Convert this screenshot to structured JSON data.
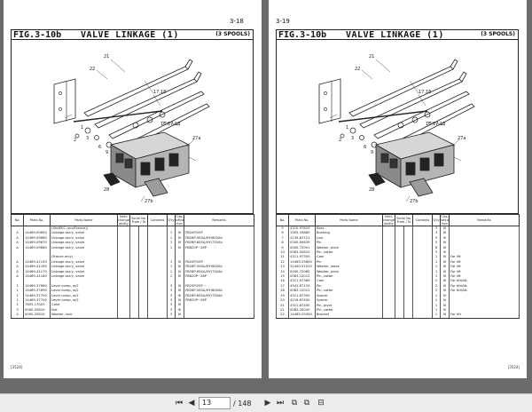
{
  "toolbar": {
    "first_label": "⏮",
    "prev_label": "◀",
    "page_current": "13",
    "page_total": "/ 148",
    "next_label": "▶",
    "last_label": "⏭",
    "view_icon_1": "⧉",
    "view_icon_2": "⧉",
    "view_icon_3": "⊟"
  },
  "left_page": {
    "page_number": "3-18",
    "fig_label": "FIG.3-10b",
    "title": "VALVE LINKAGE (1)",
    "spools": "(3 SPOOLS)",
    "footer_code": "[3524]",
    "callouts": [
      "22",
      "21",
      "17,18",
      "16,17,18",
      "27a",
      "27b",
      "28",
      "1",
      "2",
      "3",
      "6",
      "9"
    ],
    "headers": {
      "no": "No.",
      "parts_no": "Parts No.",
      "parts_name": "Parts Name",
      "interchange": "Inter-change-ability",
      "serial": "Serial No. From / To",
      "contents": "Contents",
      "qty": "Q'ty",
      "classification": "Clas-sifica-tion",
      "remarks": "Remarks"
    },
    "rows": [
      {
        "no": "",
        "pn": "",
        "name": "(Std/EEC (w.o/France))",
        "qty": "",
        "cls": "",
        "rem": ""
      },
      {
        "no": "A",
        "pn": "14469-09650",
        "name": "Linkage ass'y, valve",
        "qty": "1",
        "cls": "IV",
        "rem": "FB20P/25P"
      },
      {
        "no": "A",
        "pn": "14469-09660",
        "name": "Linkage ass'y, valve",
        "qty": "1",
        "cls": "IV",
        "rem": "FB28P-50SA/HY/600Ah"
      },
      {
        "no": "A",
        "pn": "14469-09670",
        "name": "Linkage ass'y, valve",
        "qty": "1",
        "cls": "IV",
        "rem": "FB28P-65SA/HY/730Ah"
      },
      {
        "no": "A",
        "pn": "14469-09680",
        "name": "Linkage ass'y, valve",
        "qty": "1",
        "cls": "IV",
        "rem": "FB820P~28P"
      },
      {
        "no": "",
        "pn": "",
        "name": "",
        "qty": "",
        "cls": "",
        "rem": ""
      },
      {
        "no": "",
        "pn": "",
        "name": "(France only)",
        "qty": "",
        "cls": "",
        "rem": ""
      },
      {
        "no": "A",
        "pn": "14469-41150",
        "name": "Linkage ass'y, valve",
        "qty": "1",
        "cls": "IV",
        "rem": "FB20P/25P"
      },
      {
        "no": "A",
        "pn": "14469-41160",
        "name": "Linkage ass'y, valve",
        "qty": "1",
        "cls": "IV",
        "rem": "FB28P-50SA/HY/600Ah"
      },
      {
        "no": "A",
        "pn": "14469-41170",
        "name": "Linkage ass'y, valve",
        "qty": "1",
        "cls": "IV",
        "rem": "FB28P-65SA/HY/730Ah"
      },
      {
        "no": "A",
        "pn": "14469-41180",
        "name": "Linkage ass'y, valve",
        "qty": "1",
        "cls": "IV",
        "rem": "FB820P~28P"
      },
      {
        "no": "",
        "pn": "",
        "name": "",
        "qty": "",
        "cls": "",
        "rem": ""
      },
      {
        "no": "1",
        "pn": "14469-37680",
        "name": "Lever comp, w/2",
        "qty": "3",
        "cls": "III",
        "rem": "FB20P/25P ~"
      },
      {
        "no": "1",
        "pn": "14469-37690",
        "name": "Lever comp, w/2",
        "qty": "3",
        "cls": "III",
        "rem": "FB28P-50SA/HY/600Ah"
      },
      {
        "no": "1",
        "pn": "14469-37700",
        "name": "Lever comp, w/2",
        "qty": "3",
        "cls": "III",
        "rem": "FB28P-65SA/HY/730Ah"
      },
      {
        "no": "1",
        "pn": "14469-37700",
        "name": "Lever comp, w/2",
        "qty": "3",
        "cls": "III",
        "rem": "FB820P~28P"
      },
      {
        "no": "2",
        "pn": "7853-17003",
        "name": "Cone",
        "qty": "3",
        "cls": "III",
        "rem": ""
      },
      {
        "no": "3",
        "pn": "0000-20810",
        "name": "Nut",
        "qty": "3",
        "cls": "III",
        "rem": ""
      },
      {
        "no": "4",
        "pn": "0000-20810",
        "name": "Washer, lock",
        "qty": "3",
        "cls": "III",
        "rem": ""
      }
    ]
  },
  "right_page": {
    "page_number": "3-19",
    "fig_label": "FIG.3-10b",
    "title": "VALVE LINKAGE (1)",
    "spools": "(3 SPOOLS)",
    "footer_code": "[3524]",
    "callouts": [
      "22",
      "21",
      "17,18",
      "16,17,18",
      "27a",
      "27b",
      "28",
      "1",
      "2",
      "3",
      "6",
      "9"
    ],
    "headers": {
      "no": "No.",
      "parts_no": "Parts No.",
      "parts_name": "Parts Name",
      "interchange": "Inter-change-ability",
      "serial": "Serial No. From / To",
      "contents": "Contents",
      "qty": "Q'ty",
      "classification": "Clas-sifica-tion",
      "remarks": "Remarks"
    },
    "rows": [
      {
        "no": "5",
        "pn": "4310-97610",
        "name": "Boss",
        "qty": "3",
        "cls": "III",
        "rem": ""
      },
      {
        "no": "6",
        "pn": "1905-35860",
        "name": "Bushing",
        "qty": "3",
        "cls": "III",
        "rem": ""
      },
      {
        "no": "7",
        "pn": "4749-67721",
        "name": "Link",
        "qty": "3",
        "cls": "III",
        "rem": ""
      },
      {
        "no": "8",
        "pn": "0300-09639",
        "name": "Pin",
        "qty": "3",
        "cls": "III",
        "rem": ""
      },
      {
        "no": "9",
        "pn": "0000-72001",
        "name": "Washer, plain",
        "qty": "6",
        "cls": "III",
        "rem": ""
      },
      {
        "no": "10",
        "pn": "0083-20810",
        "name": "Pin, cotter",
        "qty": "3",
        "cls": "III",
        "rem": ""
      },
      {
        "no": "11",
        "pn": "4311-97350",
        "name": "Cam",
        "qty": "1",
        "cls": "III",
        "rem": "For lift"
      },
      {
        "no": "12",
        "pn": "14469-25800",
        "name": "Pin",
        "qty": "1",
        "cls": "III",
        "rem": "For lift"
      },
      {
        "no": "13",
        "pn": "31440-51020",
        "name": "Washer, wave",
        "qty": "1",
        "cls": "III",
        "rem": "For lift"
      },
      {
        "no": "14",
        "pn": "0000-72085",
        "name": "Washer, plain",
        "qty": "1",
        "cls": "III",
        "rem": "For lift"
      },
      {
        "no": "15",
        "pn": "0083-12012",
        "name": "Pin, cotter",
        "qty": "1",
        "cls": "III",
        "rem": "For lift"
      },
      {
        "no": "16",
        "pn": "4311-97360",
        "name": "Cam",
        "qty": "2",
        "cls": "III",
        "rem": "For tilt/Att."
      },
      {
        "no": "17",
        "pn": "4941-87153",
        "name": "Pin",
        "qty": "2",
        "cls": "III",
        "rem": "For tilt/Att."
      },
      {
        "no": "18",
        "pn": "0083-12012",
        "name": "Pin, cotter",
        "qty": "2",
        "cls": "III",
        "rem": "For tilt/Att."
      },
      {
        "no": "19",
        "pn": "4311-87350",
        "name": "Spacer",
        "qty": "1",
        "cls": "IV",
        "rem": ""
      },
      {
        "no": "20",
        "pn": "4216-87450",
        "name": "Spacer",
        "qty": "1",
        "cls": "IV",
        "rem": ""
      },
      {
        "no": "21",
        "pn": "4311-87400",
        "name": "Pin, pivot",
        "qty": "1",
        "cls": "III",
        "rem": ""
      },
      {
        "no": "21",
        "pn": "0083-20040",
        "name": "Pin, cotter",
        "qty": "1",
        "cls": "III",
        "rem": ""
      },
      {
        "no": "22",
        "pn": "14469-25950",
        "name": "Bracket",
        "qty": "1",
        "cls": "III",
        "rem": "For tilt"
      }
    ]
  }
}
